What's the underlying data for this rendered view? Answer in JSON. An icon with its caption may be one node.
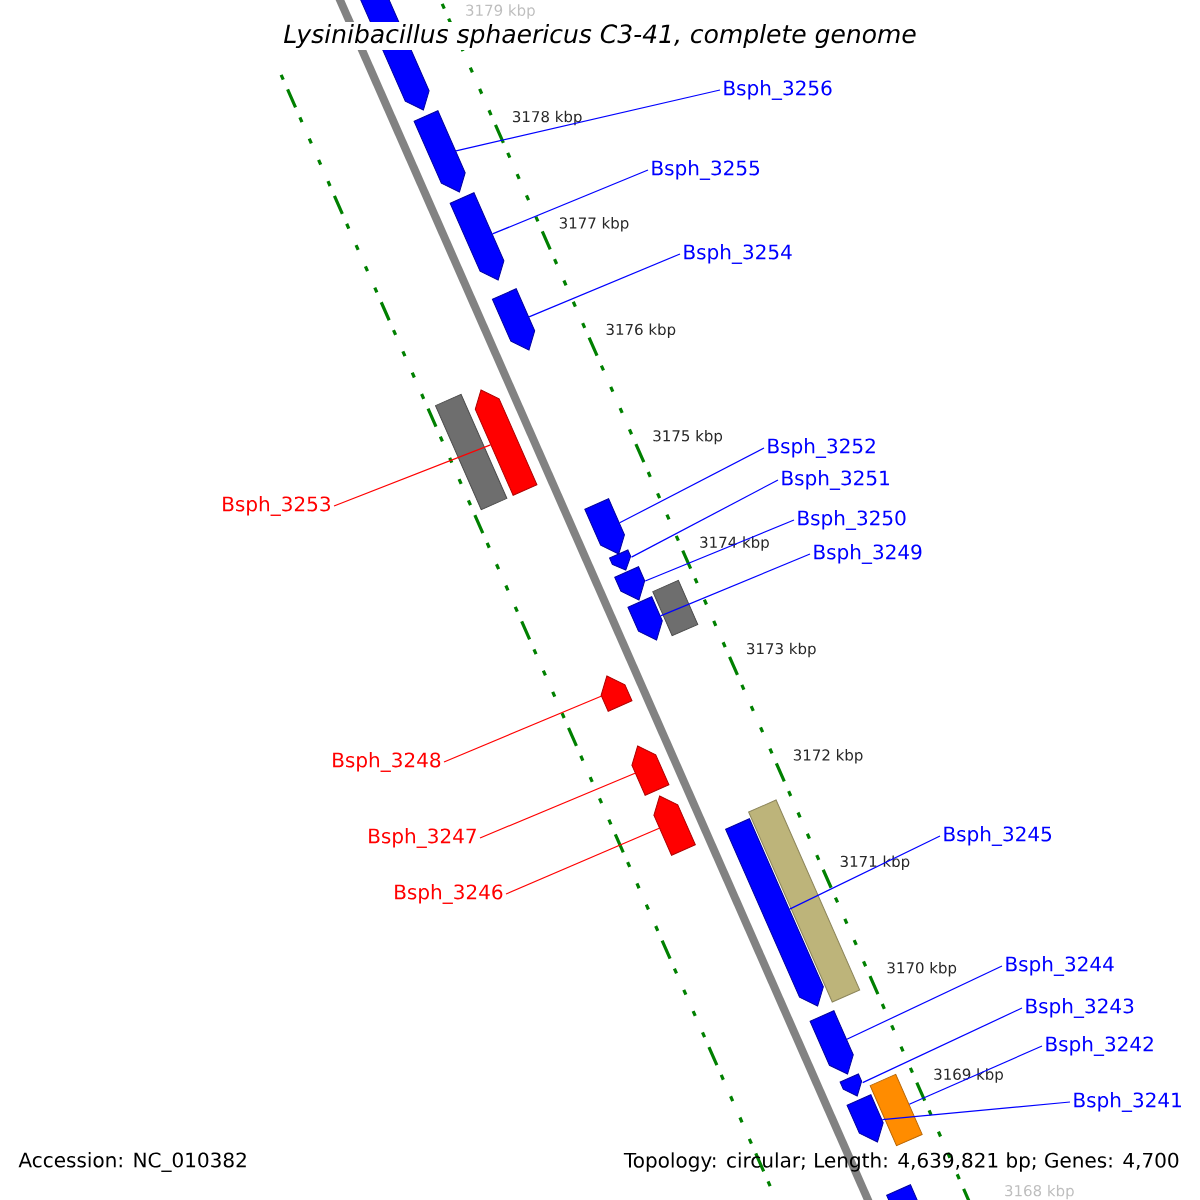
{
  "diagram": {
    "title": "Lysinibacillus sphaericus C3-41, complete genome",
    "nodes": [
      {
        "text": [],
        "shape": "arrow"
      },
      {
        "text": [],
        "shape": "arrow"
      },
      {
        "text": [],
        "shape": "arrow"
      },
      {
        "text": [],
        "shape": "arrow"
      },
      {
        "text": [],
        "shape": "arrow"
      },
      {
        "text": [],
        "shape": "box"
      },
      {
        "text": [],
        "shape": "arrow"
      },
      {
        "text": [],
        "shape": "arrow"
      },
      {
        "text": [],
        "shape": "arrow"
      },
      {
        "text": [],
        "shape": "box"
      },
      {
        "text": [],
        "shape": "arrow"
      },
      {
        "text": [],
        "shape": "arrow"
      },
      {
        "text": [],
        "shape": "arrow"
      },
      {
        "text": [],
        "shape": "arrow"
      },
      {
        "text": [],
        "shape": "box"
      },
      {
        "text": [],
        "shape": "arrow"
      },
      {
        "text": [],
        "shape": "arrow"
      },
      {
        "text": [],
        "shape": "arrow"
      },
      {
        "text": [],
        "shape": "box"
      },
      {
        "text": [],
        "shape": "arrow"
      },
      {
        "text": [],
        "shape": "arrow"
      },
      {
        "text": [
          "Bsph_3256"
        ]
      },
      {
        "text": [
          "Bsph_3255"
        ]
      },
      {
        "text": [
          "Bsph_3254"
        ]
      },
      {
        "text": [
          "Bsph_3253"
        ]
      },
      {
        "text": [
          "Bsph_3252"
        ]
      },
      {
        "text": [
          "Bsph_3251"
        ]
      },
      {
        "text": [
          "Bsph_3250"
        ]
      },
      {
        "text": [
          "Bsph_3249"
        ]
      },
      {
        "text": [
          "Bsph_3248"
        ]
      },
      {
        "text": [
          "Bsph_3247"
        ]
      },
      {
        "text": [
          "Bsph_3246"
        ]
      },
      {
        "text": [
          "Bsph_3245"
        ]
      },
      {
        "text": [
          "Bsph_3244"
        ]
      },
      {
        "text": [
          "Bsph_3243"
        ]
      },
      {
        "text": [
          "Bsph_3242"
        ]
      },
      {
        "text": [
          "Bsph_3241"
        ]
      }
    ],
    "edges": [
      {
        "from": 21,
        "to": 1,
        "arrow": "none"
      },
      {
        "from": 22,
        "to": 2,
        "arrow": "none"
      },
      {
        "from": 23,
        "to": 3,
        "arrow": "none"
      },
      {
        "from": 24,
        "to": 4,
        "arrow": "none",
        "color": "#ff0000"
      },
      {
        "from": 25,
        "to": 6,
        "arrow": "none"
      },
      {
        "from": 26,
        "to": 7,
        "arrow": "none"
      },
      {
        "from": 27,
        "to": 8,
        "arrow": "none"
      },
      {
        "from": 28,
        "to": 10,
        "arrow": "none"
      },
      {
        "from": 29,
        "to": 11,
        "arrow": "none",
        "color": "#ff0000"
      },
      {
        "from": 30,
        "to": 12,
        "arrow": "none",
        "color": "#ff0000"
      },
      {
        "from": 31,
        "to": 13,
        "arrow": "none",
        "color": "#ff0000"
      },
      {
        "from": 32,
        "to": 15,
        "arrow": "none"
      },
      {
        "from": 33,
        "to": 16,
        "arrow": "none"
      },
      {
        "from": 34,
        "to": 17,
        "arrow": "none"
      },
      {
        "from": 35,
        "to": 18,
        "arrow": "none"
      },
      {
        "from": 36,
        "to": 19,
        "arrow": "none"
      }
    ],
    "labels": [
      "3179 kbp",
      "3178 kbp",
      "3177 kbp",
      "3176 kbp",
      "3175 kbp",
      "3174 kbp",
      "3173 kbp",
      "3172 kbp",
      "3171 kbp",
      "3170 kbp",
      "3169 kbp",
      "3168 kbp",
      "Accession: NC_010382",
      "Topology: circular; Length: 4,639,821 bp; Genes: 4,700"
    ]
  }
}
